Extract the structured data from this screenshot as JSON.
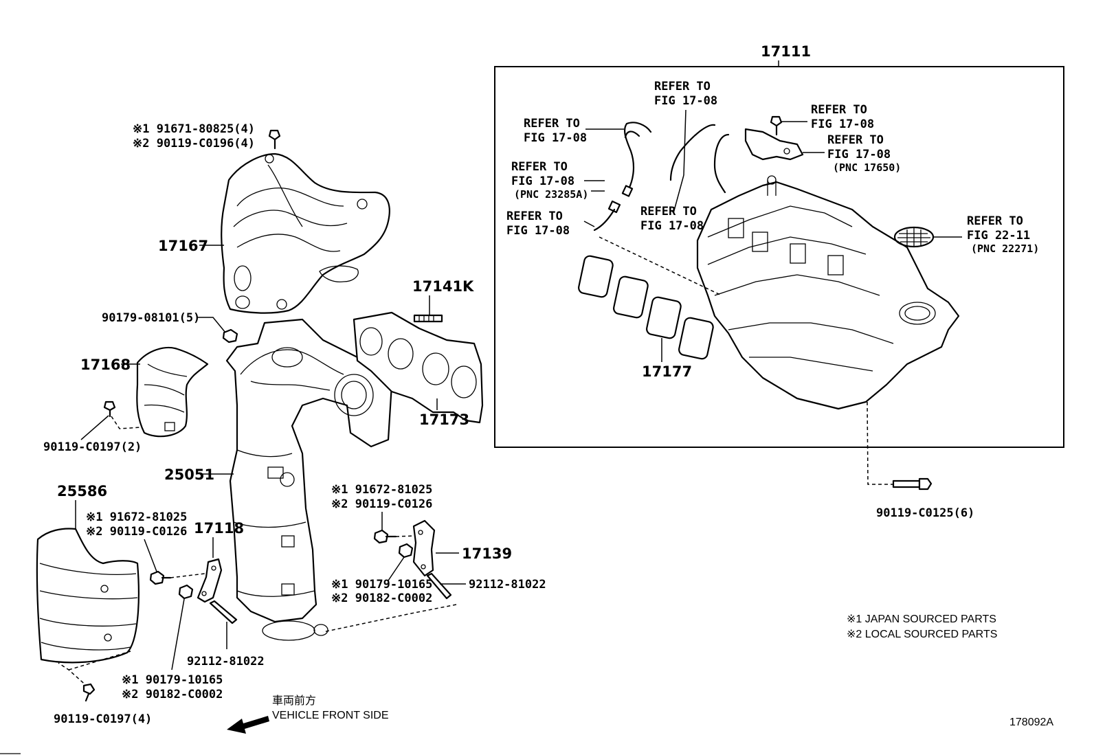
{
  "group_label": "17111",
  "labels": {
    "p17167": "17167",
    "p17141K": "17141K",
    "p17168": "17168",
    "p17173": "17173",
    "p25051": "25051",
    "p25586": "25586",
    "p17118": "17118",
    "p17139": "17139",
    "p17177": "17177",
    "b1a": "※1 91671-80825(4)",
    "b1b": "※2 90119-C0196(4)",
    "nut5": "90179-08101(5)",
    "bolt2": "90119-C0197(2)",
    "b3a": "※1 91672-81025",
    "b3b": "※2 90119-C0126",
    "b4a": "※1 91672-81025",
    "b4b": "※2 90119-C0126",
    "n1a": "※1 90179-10165",
    "n1b": "※2 90182-C0002",
    "n2a": "※1 90179-10165",
    "n2b": "※2 90182-C0002",
    "stud1": "92112-81022",
    "stud2": "92112-81022",
    "bolt4": "90119-C0197(4)",
    "bolt6": "90119-C0125(6)"
  },
  "refs": {
    "r1a": "REFER TO",
    "r1b": "FIG 17-08",
    "r2a": "REFER TO",
    "r2b": "FIG 17-08",
    "r3a": "REFER TO",
    "r3b": "FIG 17-08",
    "r4a": "REFER TO",
    "r4b": "FIG 17-08",
    "r4c": "(PNC 17650)",
    "r5a": "REFER TO",
    "r5b": "FIG 17-08",
    "r5c": "(PNC 23285A)",
    "r6a": "REFER TO",
    "r6b": "FIG 17-08",
    "r7a": "REFER TO",
    "r7b": "FIG 17-08",
    "r8a": "REFER TO",
    "r8b": "FIG 22-11",
    "r8c": "(PNC 22271)"
  },
  "notes": {
    "japan": "※1 JAPAN SOURCED PARTS",
    "local": "※2 LOCAL SOURCED PARTS",
    "front_jp": "車両前方",
    "front_en": "VEHICLE FRONT SIDE",
    "code": "178092A"
  }
}
